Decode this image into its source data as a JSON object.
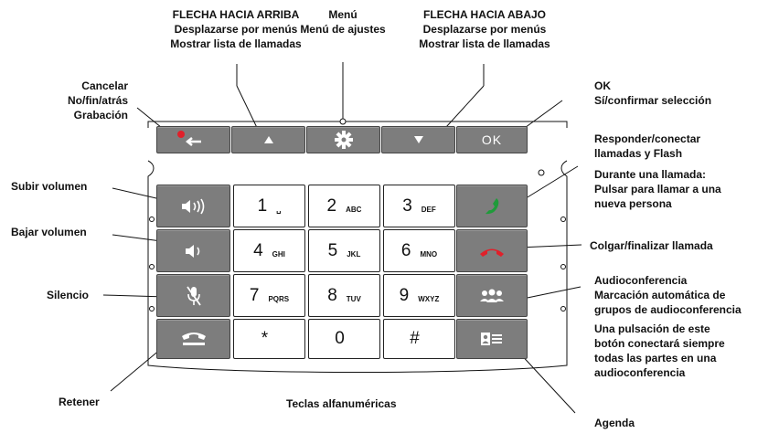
{
  "labels": {
    "up_arrow": [
      "FLECHA HACIA ARRIBA",
      "Desplazarse por menús",
      "Mostrar lista de llamadas"
    ],
    "menu": [
      "Menú",
      "Menú de ajustes"
    ],
    "down_arrow": [
      "FLECHA HACIA ABAJO",
      "Desplazarse por menús",
      "Mostrar lista de llamadas"
    ],
    "cancel": [
      "Cancelar",
      "No/fin/atrás",
      "Grabación"
    ],
    "ok": [
      "OK",
      "Sí/confirmar selección"
    ],
    "answer": [
      "Responder/conectar",
      "llamadas y Flash"
    ],
    "during_call": [
      "Durante una llamada:",
      "Pulsar para llamar a una",
      "nueva persona"
    ],
    "vol_up": "Subir volumen",
    "vol_down": "Bajar volumen",
    "hangup": "Colgar/finalizar llamada",
    "mute": "Silencio",
    "conference": [
      "Audioconferencia",
      "Marcación automática de",
      "grupos de audioconferencia"
    ],
    "conference_note": [
      "Una pulsación de este",
      "botón conectará siempre",
      "todas las partes en una",
      "audioconferencia"
    ],
    "hold": "Retener",
    "alnum": "Teclas alfanuméricas",
    "phonebook": "Agenda"
  },
  "keys": {
    "ok_label": "OK",
    "numeric": [
      {
        "digit": "1",
        "letters": "␣"
      },
      {
        "digit": "2",
        "letters": "ABC"
      },
      {
        "digit": "3",
        "letters": "DEF"
      },
      {
        "digit": "4",
        "letters": "GHI"
      },
      {
        "digit": "5",
        "letters": "JKL"
      },
      {
        "digit": "6",
        "letters": "MNO"
      },
      {
        "digit": "7",
        "letters": "PQRS"
      },
      {
        "digit": "8",
        "letters": "TUV"
      },
      {
        "digit": "9",
        "letters": "WXYZ"
      },
      {
        "digit": "*",
        "letters": ""
      },
      {
        "digit": "0",
        "letters": ""
      },
      {
        "digit": "#",
        "letters": ""
      }
    ]
  },
  "colors": {
    "key_gray": "#7d7d7d",
    "answer_green": "#1f9b3a",
    "hangup_red": "#e0202a",
    "record_red": "#e0202a"
  }
}
